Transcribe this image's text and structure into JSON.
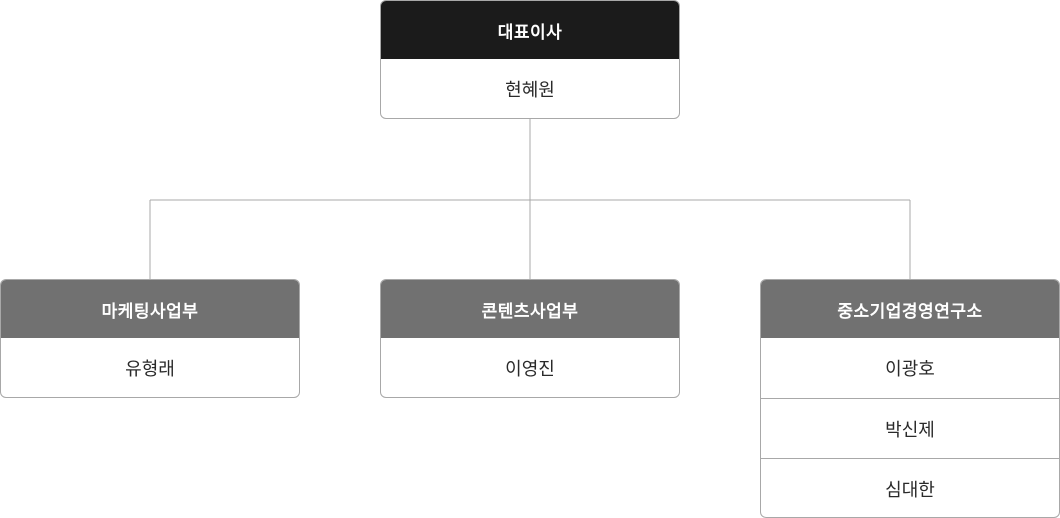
{
  "org_chart": {
    "ceo": {
      "title": "대표이사",
      "members": [
        "현혜원"
      ]
    },
    "departments": [
      {
        "title": "마케팅사업부",
        "members": [
          "유형래"
        ]
      },
      {
        "title": "콘텐츠사업부",
        "members": [
          "이영진"
        ]
      },
      {
        "title": "중소기업경영연구소",
        "members": [
          "이광호",
          "박신제",
          "심대한"
        ]
      }
    ]
  },
  "colors": {
    "ceo_header": "#1b1b1b",
    "department_header": "#717171",
    "border": "#a8a8a8",
    "connector": "#a8a8a8",
    "text": "#2a2a2a"
  }
}
